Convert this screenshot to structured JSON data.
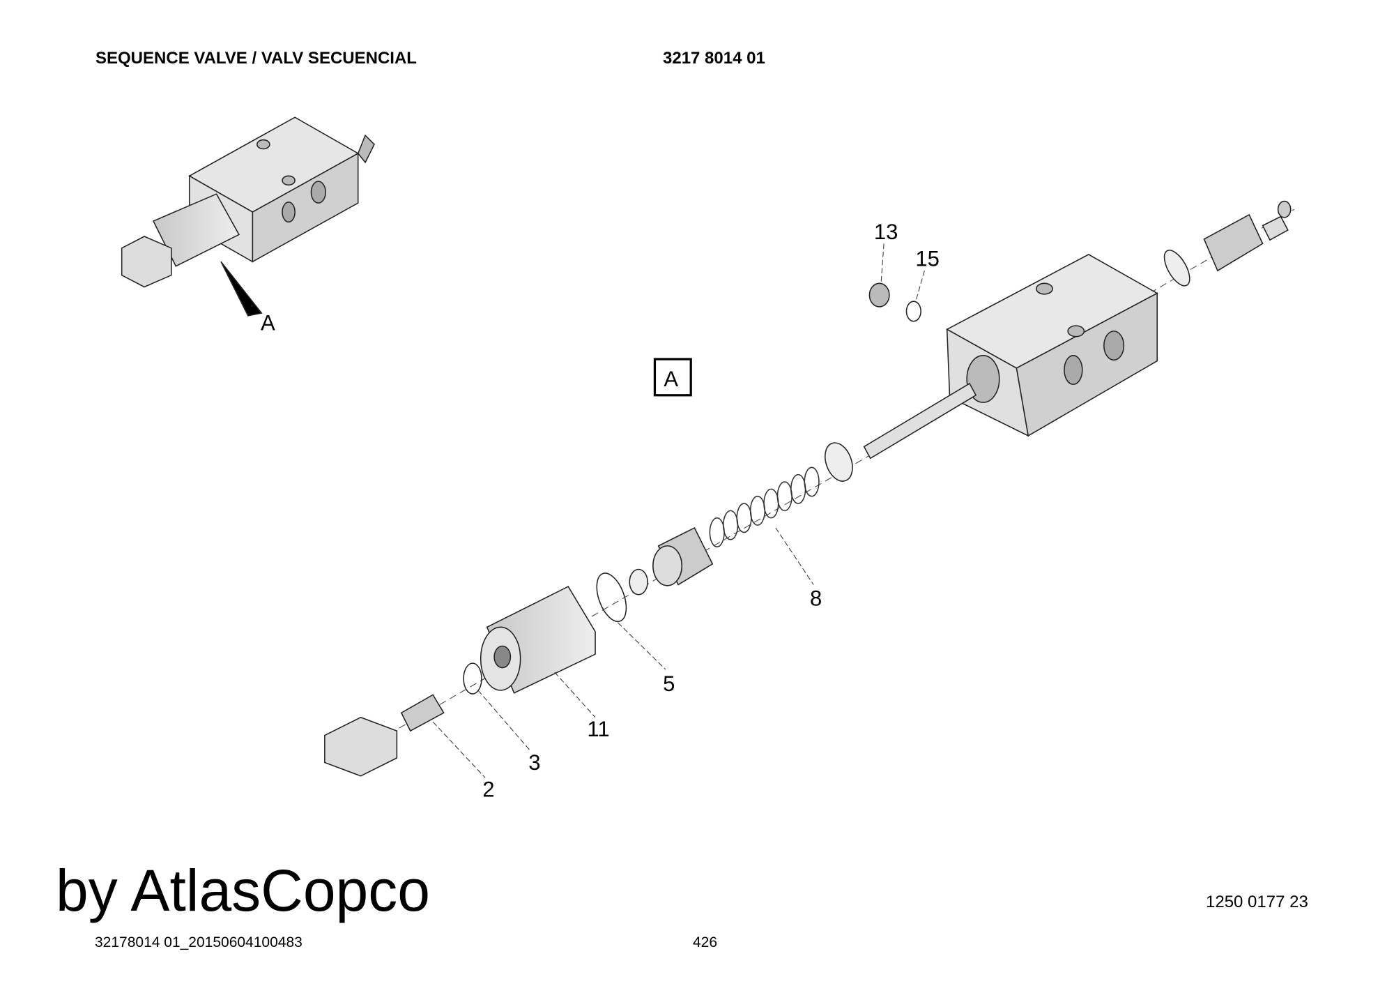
{
  "header": {
    "title": "SEQUENCE VALVE / VALV SECUENCIAL",
    "part_number": "3217 8014 01"
  },
  "view_label": "A",
  "view_box_label": "A",
  "callouts": [
    "13",
    "15",
    "8",
    "5",
    "11",
    "3",
    "2"
  ],
  "footer": {
    "document_ref": "1250 0177 23",
    "page_number": "426",
    "file_ref": "32178014 01_20150604100483",
    "watermark": "by AtlasCopco"
  }
}
